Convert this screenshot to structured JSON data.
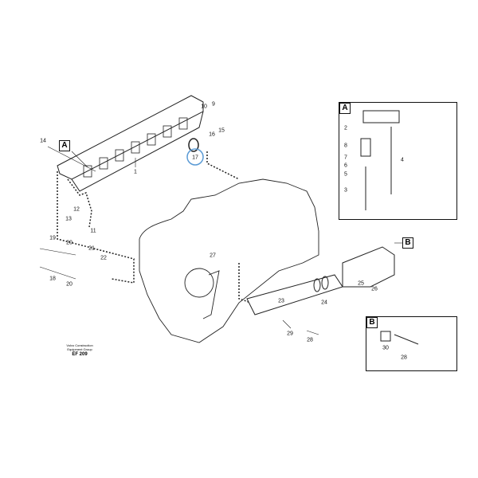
{
  "callouts": {
    "c1": "1",
    "c2": "2",
    "c3": "3",
    "c4": "4",
    "c5": "5",
    "c6": "6",
    "c7": "7",
    "c8": "8",
    "c9": "9",
    "c10": "10",
    "c11": "11",
    "c12": "12",
    "c13": "13",
    "c14": "14",
    "c15": "15",
    "c16": "16",
    "c17": "17",
    "c18": "18",
    "c19": "19",
    "c20": "20",
    "c21": "21",
    "c22": "22",
    "c23": "23",
    "c24": "24",
    "c25": "25",
    "c26": "26",
    "c27": "27",
    "c28": "28",
    "c29": "29",
    "c30": "30"
  },
  "detail_a": "A",
  "detail_b": "B",
  "highlight_color": "#5b9bd5",
  "footer": {
    "line1": "Volvo Construction",
    "line2": "Equipment Group",
    "code": "EF 209"
  }
}
